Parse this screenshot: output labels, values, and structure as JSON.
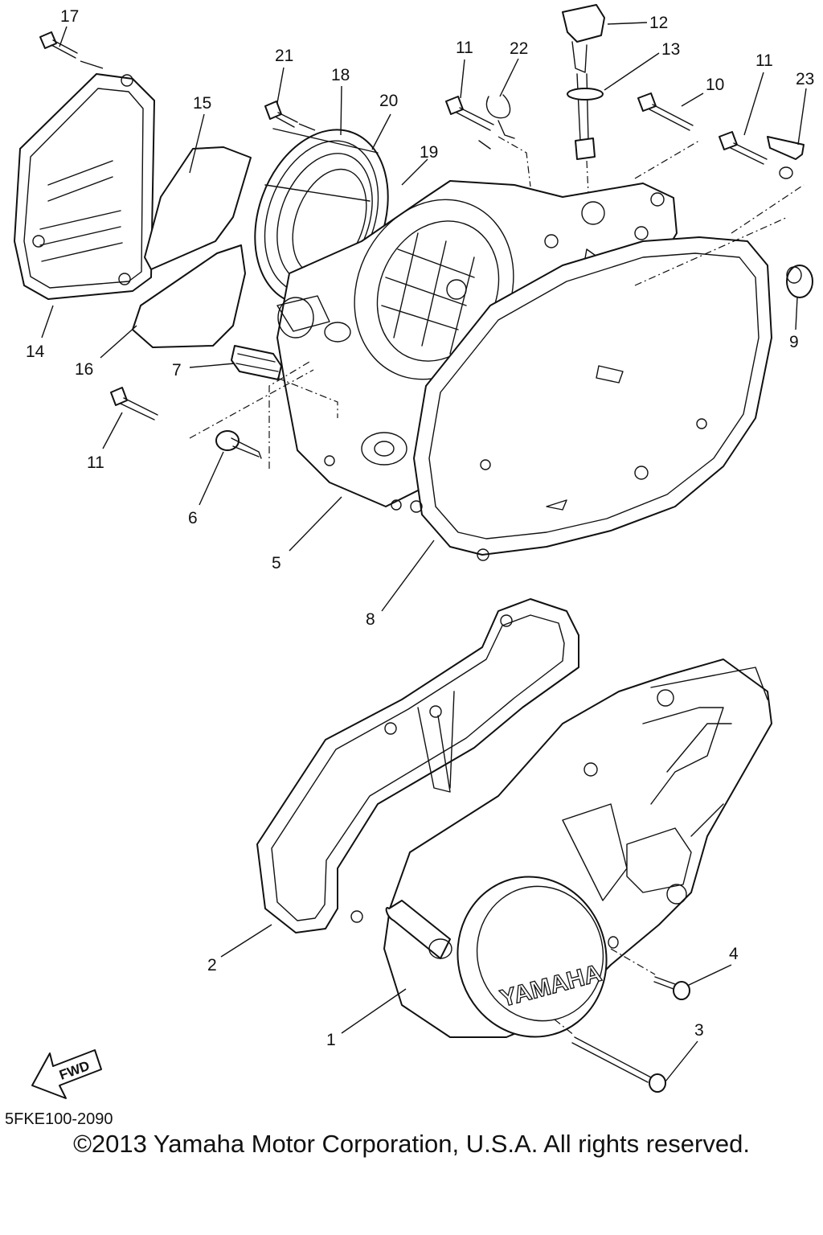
{
  "parts": {
    "p1": "1",
    "p2": "2",
    "p3": "3",
    "p4": "4",
    "p5": "5",
    "p6": "6",
    "p7": "7",
    "p8": "8",
    "p9": "9",
    "p10": "10",
    "p11a": "11",
    "p11b": "11",
    "p11c": "11",
    "p12": "12",
    "p13": "13",
    "p14": "14",
    "p15": "15",
    "p16": "16",
    "p17": "17",
    "p18": "18",
    "p19": "19",
    "p20": "20",
    "p21": "21",
    "p22": "22",
    "p23": "23"
  },
  "cover_logo": "YAMAHA",
  "fwd_label": "FWD",
  "ref_code": "5FKE100-2090",
  "copyright": "©2013 Yamaha Motor Corporation, U.S.A. All rights reserved."
}
